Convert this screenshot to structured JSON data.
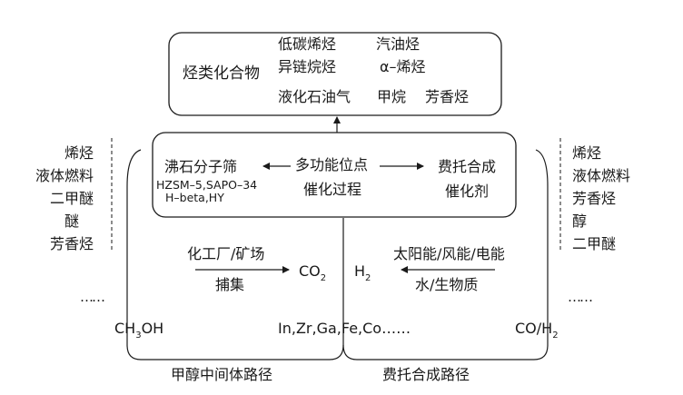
{
  "products_box": {
    "title": "烃类化合物",
    "items": [
      "低碳烯烃",
      "汽油烃",
      "异链烷烃",
      "α–烯烃",
      "液化石油气",
      "甲烷",
      "芳香烃"
    ]
  },
  "catalyst_box": {
    "zeolite_title": "沸石分子筛",
    "zeolite_types_1": "HZSM–5,SAPO–34",
    "zeolite_types_2": "H–beta,HY",
    "center_line1": "多功能位点",
    "center_line2": "催化过程",
    "ft_line1": "费托合成",
    "ft_line2": "催化剂"
  },
  "left_products": [
    "烯烃",
    "液体燃料",
    "二甲醚",
    "醚",
    "芳香烃"
  ],
  "right_products": [
    "烯烃",
    "液体燃料",
    "芳香烃",
    "醇",
    "二甲醚"
  ],
  "left_ellipsis": "……",
  "right_ellipsis": "……",
  "co2_source": {
    "line1": "化工厂/矿场",
    "line2": "捕集"
  },
  "h2_source": {
    "line1": "太阳能/风能/电能",
    "line2": "水/生物质"
  },
  "co2": {
    "main": "CO",
    "sub": "2"
  },
  "h2": {
    "main": "H",
    "sub": "2"
  },
  "ch3oh": {
    "a": "CH",
    "sub": "3",
    "b": "OH"
  },
  "coh2": {
    "a": "CO/H",
    "sub": "2"
  },
  "metals": "In,Zr,Ga,Fe,Co……",
  "route_methanol": "甲醇中间体路径",
  "route_ft": "费托合成路径"
}
